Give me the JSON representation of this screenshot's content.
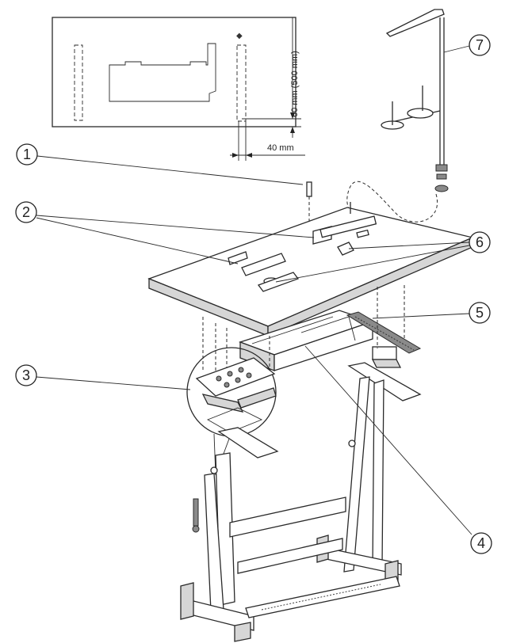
{
  "dimensions": {
    "vertical": "60 mm (500 mm)",
    "horizontal": "40 mm"
  },
  "callouts": [
    {
      "number": "1"
    },
    {
      "number": "2"
    },
    {
      "number": "3"
    },
    {
      "number": "4"
    },
    {
      "number": "5"
    },
    {
      "number": "6"
    },
    {
      "number": "7"
    }
  ]
}
